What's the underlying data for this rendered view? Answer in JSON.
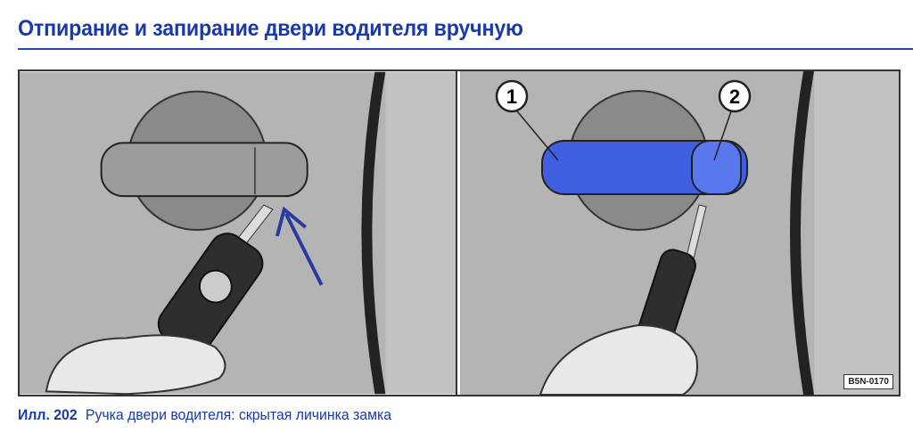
{
  "header": {
    "title": "Отпирание и запирание двери водителя вручную"
  },
  "figure": {
    "callouts": [
      "1",
      "2"
    ],
    "image_code": "B5N-0170",
    "highlight_color": "#3f5fe0",
    "arrow_color": "#2a3aa0"
  },
  "caption": {
    "number": "Илл. 202",
    "text": "Ручка двери водителя: скрытая личинка замка"
  }
}
